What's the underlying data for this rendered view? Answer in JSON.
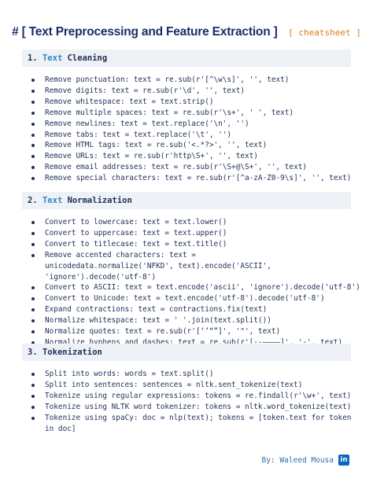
{
  "title": {
    "main": "# [ Text Preprocessing and Feature Extraction ]",
    "tag": "[ cheatsheet ]"
  },
  "sections": [
    {
      "number": "1.",
      "accent": "Text",
      "rest": "Cleaning",
      "items": [
        "Remove punctuation: text = re.sub(r'[^\\w\\s]', '', text)",
        "Remove digits: text = re.sub(r'\\d', '', text)",
        "Remove whitespace: text = text.strip()",
        "Remove multiple spaces: text = re.sub(r'\\s+', ' ', text)",
        "Remove newlines: text = text.replace('\\n', '')",
        "Remove tabs: text = text.replace('\\t', '')",
        "Remove HTML tags: text = re.sub('<.*?>', '', text)",
        "Remove URLs: text = re.sub(r'http\\S+', '', text)",
        "Remove email addresses: text = re.sub(r'\\S+@\\S+', '', text)",
        "Remove special characters: text = re.sub(r'[^a-zA-Z0-9\\s]', '', text)"
      ]
    },
    {
      "number": "2.",
      "accent": "Text",
      "rest": "Normalization",
      "items": [
        "Convert to lowercase: text = text.lower()",
        "Convert to uppercase: text = text.upper()",
        "Convert to titlecase: text = text.title()",
        "Remove accented characters: text = unicodedata.normalize('NFKD', text).encode('ASCII', 'ignore').decode('utf-8')",
        "Convert to ASCII: text = text.encode('ascii', 'ignore').decode('utf-8')",
        "Convert to Unicode: text = text.encode('utf-8').decode('utf-8')",
        "Expand contractions: text = contractions.fix(text)",
        "Normalize whitespace: text = ' '.join(text.split())",
        "Normalize quotes: text = re.sub(r'[‘’“”]', '\"', text)",
        "Normalize hyphens and dashes: text = re.sub(r'[‐‑‒–—―]', '-', text)"
      ]
    },
    {
      "number": "3.",
      "accent": "",
      "rest": "Tokenization",
      "items": [
        "Split into words: words = text.split()",
        "Split into sentences: sentences = nltk.sent_tokenize(text)",
        "Tokenize using regular expressions: tokens = re.findall(r'\\w+', text)",
        "Tokenize using NLTK word tokenizer: tokens = nltk.word_tokenize(text)",
        "Tokenize using spaCy: doc = nlp(text); tokens = [token.text for token in doc]"
      ]
    }
  ],
  "footer": {
    "author": "By: Waleed Mousa",
    "icon": "linkedin-icon"
  }
}
